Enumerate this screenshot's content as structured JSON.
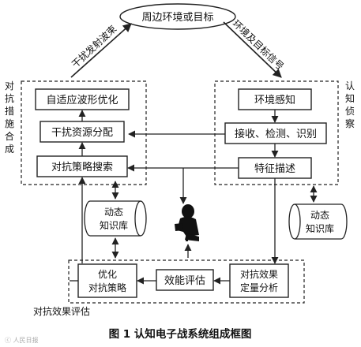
{
  "top_target": "周边环境或目标",
  "left_arrow_label": "干扰发射波束",
  "right_arrow_label": "环境及目标信号",
  "left_group_label": [
    "对",
    "抗",
    "措",
    "施",
    "合",
    "成"
  ],
  "right_group_label": [
    "认",
    "知",
    "侦",
    "察"
  ],
  "left_boxes": {
    "waveform": "自适应波形优化",
    "resource": "干扰资源分配",
    "strategy_search": "对抗策略搜索"
  },
  "right_boxes": {
    "env_sense": "环境感知",
    "receive": "接收、检测、识别",
    "feature": "特征描述"
  },
  "db_left": [
    "动态",
    "知识库"
  ],
  "db_right": [
    "动态",
    "知识库"
  ],
  "bottom_boxes": {
    "optimize": [
      "优化",
      "对抗策略"
    ],
    "evaluate": "效能评估",
    "quantify": [
      "对抗效果",
      "定量分析"
    ]
  },
  "bottom_group_label": "对抗效果评估",
  "caption": "图 1    认知电子战系统组成框图",
  "watermark": "ⓒ 人民日报"
}
